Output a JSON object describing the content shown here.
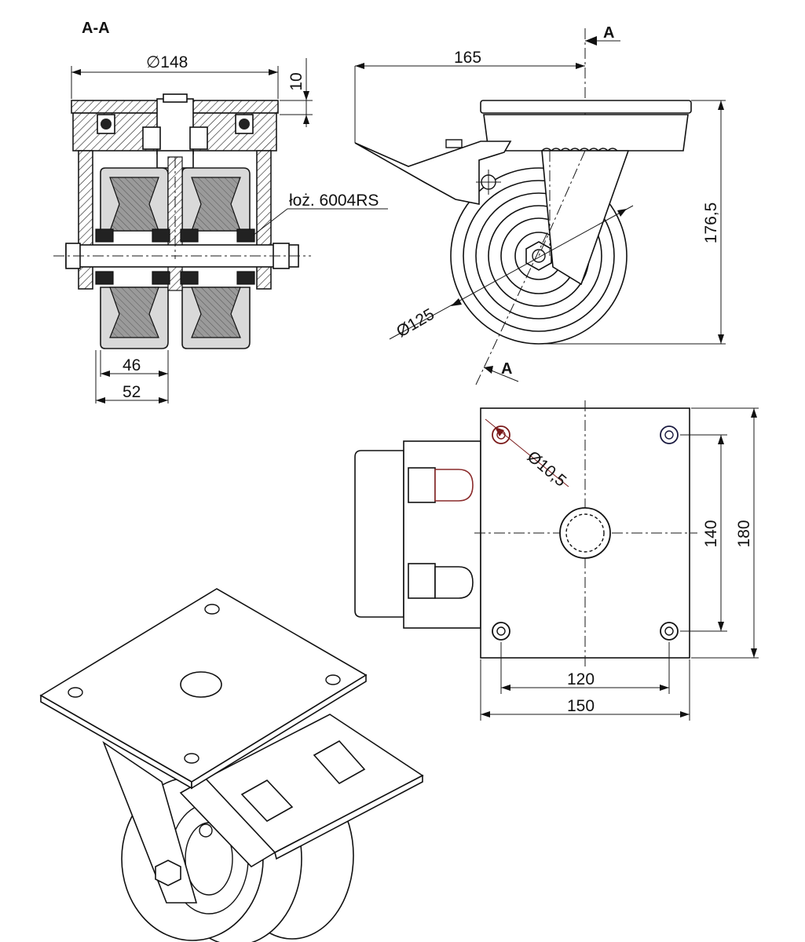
{
  "section_view": {
    "title": "A-A",
    "dim_plate_diameter": "∅148",
    "dim_plate_thickness": "10",
    "bearing_label": "łoż. 6004RS",
    "dim_wheel_width_inner": "46",
    "dim_wheel_width_outer": "52"
  },
  "side_view": {
    "section_marker_top": "A",
    "section_marker_bottom": "A",
    "dim_brake_offset": "165",
    "dim_total_height": "176,5",
    "dim_wheel_diameter": "Ø125"
  },
  "top_view": {
    "dim_hole_diameter": "Ø10,5",
    "dim_hole_spacing_vertical": "140",
    "dim_plate_height": "180",
    "dim_hole_spacing_horizontal": "120",
    "dim_plate_width": "150"
  },
  "colors": {
    "line": "#1a1a1a",
    "hole_highlight": "#7a1a1a",
    "brake_highlight": "#8a2a2a"
  }
}
